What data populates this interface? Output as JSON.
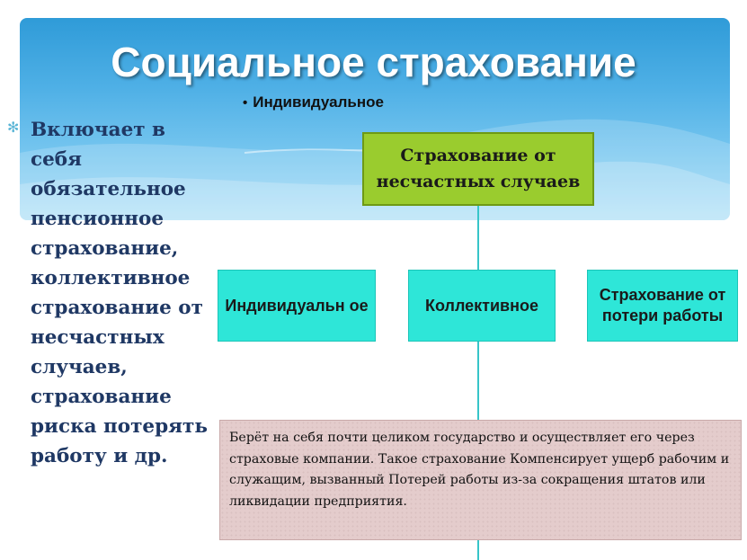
{
  "title": "Социальное страхование",
  "bullet": "Индивидуальное",
  "left_text": "Включает в себя обязательное пенсионное страхование, коллективное страхование от несчастных случаев, страхование риска потерять работу и др.",
  "top_box": "Страхование от несчастных случаев",
  "categories": {
    "individual": "Индивидуальн ое",
    "collective": "Коллективное",
    "job_loss": "Страхование от потери работы"
  },
  "note": "Берёт на себя почти целиком государство и осуществляет его через страховые компании. Такое страхование Компенсирует ущерб рабочим и служащим, вызванный Потерей работы из-за сокращения штатов или ликвидации предприятия.",
  "colors": {
    "banner": "#4fb0e6",
    "top_box": "#9acc2e",
    "category_box": "#2ee6d8",
    "connector": "#37c5c9",
    "note_bg": "#e4cccc",
    "left_text": "#1f3864"
  }
}
